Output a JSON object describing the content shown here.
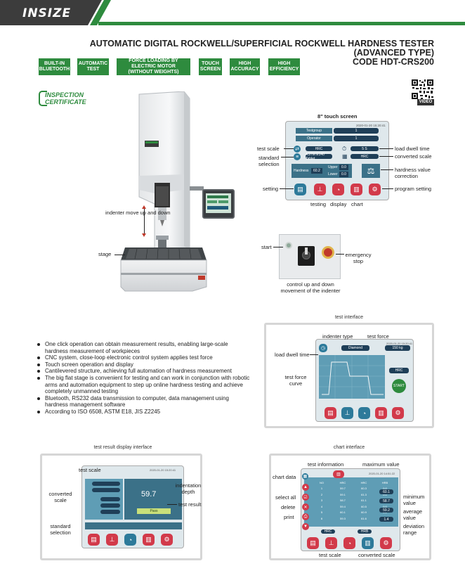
{
  "brand": {
    "logo": "INSIZE"
  },
  "title": {
    "line1": "AUTOMATIC DIGITAL ROCKWELL/SUPERFICIAL ROCKWELL HARDNESS TESTER",
    "line2": "(ADVANCED TYPE)",
    "line3": "CODE HDT-CRS200"
  },
  "tags": [
    "BUILT-IN BLUETOOTH",
    "AUTOMATIC TEST",
    "FORCE LOADING BY ELECTRIC MOTOR (WITHOUT WEIGHTS)",
    "TOUCH SCREEN",
    "HIGH ACCURACY",
    "HIGH EFFICIENCY"
  ],
  "certificate": {
    "line1": "INSPECTION",
    "line2": "CERTIFICATE"
  },
  "qr": {
    "caption": "VIDEO"
  },
  "machine": {
    "indenter_label": "indenter move up and down",
    "stage_label": "stage",
    "badge": "INSIZE"
  },
  "touch_screen": {
    "title": "8\" touch screen",
    "timestamp": "2020-01-20 15:20:41",
    "rows": {
      "testgroup": "Testgroup",
      "operator": "Operator",
      "value1": "1",
      "value2": "1"
    },
    "scale": "HRC",
    "standard": "ASTM E140 Tablet",
    "converted": "HRC",
    "dwell": "5",
    "dwell_unit": "S",
    "correction": "Hardness",
    "correction_val": "60.2",
    "upper": "Upper",
    "lower": "Lower",
    "upper_val": "0.0",
    "lower_val": "0.0",
    "labels": {
      "test_scale": "test scale",
      "standard_selection": "standard selection",
      "setting": "setting",
      "testing": "testing",
      "display": "display",
      "chart": "chart",
      "load_dwell_time": "load dwell time",
      "converted_scale": "converted scale",
      "hardness_value_correction": "hardness value correction",
      "program_setting": "program setting"
    }
  },
  "control_panel": {
    "start": "start",
    "emergency_stop": "emergency stop",
    "control_label": "control up and down movement of the indenter"
  },
  "test_interface": {
    "title": "test interface",
    "indenter_type": "indenter type",
    "test_force": "test force",
    "load_dwell_time": "load dwell time",
    "test_force_curve": "test force curve",
    "indenter_value": "Diamond",
    "force_value": "150 kg",
    "timestamp": "2020-01-20 15:20:41",
    "hrc": "HRC",
    "start_btn": "START"
  },
  "features": [
    "One click operation can obtain measurement results, enabling large-scale hardness measurement of workpieces",
    "CNC system, close-loop electronic control system applies test force",
    "Touch screen operation and display",
    "Cantilevered structure, achieving full automation of hardness measurement",
    "The big flat stage is convenient for testing and can work in conjunction with robotic arms and automation equipment to step up online hardness testing and achieve completely unmanned testing",
    "Bluetooth, RS232 data transmission to computer, data management using hardness management software",
    "According to ISO 6508, ASTM E18, JIS Z2245"
  ],
  "result_interface": {
    "title": "test result display interface",
    "test_scale": "test scale",
    "converted_scale": "converted scale",
    "standard_selection": "standard selection",
    "indentation_depth": "indentation depth",
    "test_result": "test result",
    "result_value": "59.7",
    "pass": "Pass",
    "timestamp": "2020-01-20 15:20:41"
  },
  "chart_interface": {
    "title": "chart interface",
    "test_information": "test information",
    "maximum_value": "maximum value",
    "chart_data": "chart data",
    "select_all": "select all",
    "delete": "delete",
    "print": "print",
    "minimum_value": "minimum value",
    "average_value": "average value",
    "deviation_range": "deviation range",
    "test_scale": "test scale",
    "converted_scale": "converted scale",
    "timestamp": "2020-01-20 14:51:22",
    "max_val": "60.1",
    "min_val": "58.7",
    "avg_val": "59.2",
    "dev_val": "1.4",
    "headers": [
      "NO",
      "HRC",
      "HRC",
      "HRB"
    ],
    "rows": [
      [
        "1",
        "59.7",
        "60.3",
        "0.0"
      ],
      [
        "2",
        "59.1",
        "61.3",
        "0.0"
      ],
      [
        "3",
        "58.7",
        "61.1",
        "0.0"
      ],
      [
        "4",
        "59.4",
        "60.5",
        "0.0"
      ],
      [
        "5",
        "60.1",
        "60.9",
        "0.0"
      ],
      [
        "6",
        "59.3",
        "61.6",
        "0.0"
      ]
    ],
    "scale_hrc": "HRC",
    "scale_hrb": "HRB"
  }
}
